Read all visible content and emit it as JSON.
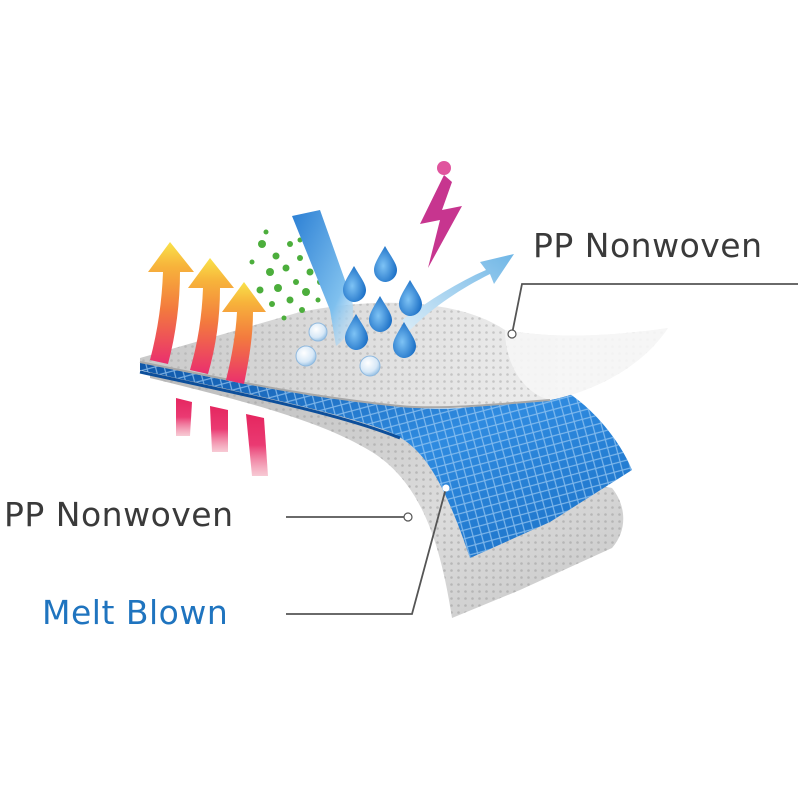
{
  "labels": {
    "top_layer": "PP Nonwoven",
    "bottom_layer": "PP Nonwoven",
    "middle_layer": "Melt Blown"
  },
  "colors": {
    "label_text": "#3a3a3a",
    "melt_blown_text": "#1f74bf",
    "melt_blown_layer": "#1f78c8",
    "nonwoven_layer": "#d8d8d8",
    "leader_line": "#555555",
    "heat_arrows": [
      "#f7e34a",
      "#f7a23a",
      "#ea2f6e"
    ],
    "water_drop": "#2b86d6",
    "bacteria": "#4cae3c",
    "lightning": "#c7358f"
  },
  "icons": [
    "heat-arrow-icon",
    "bacteria-icon",
    "water-drop-icon",
    "lightning-icon",
    "air-arrow-icon"
  ]
}
